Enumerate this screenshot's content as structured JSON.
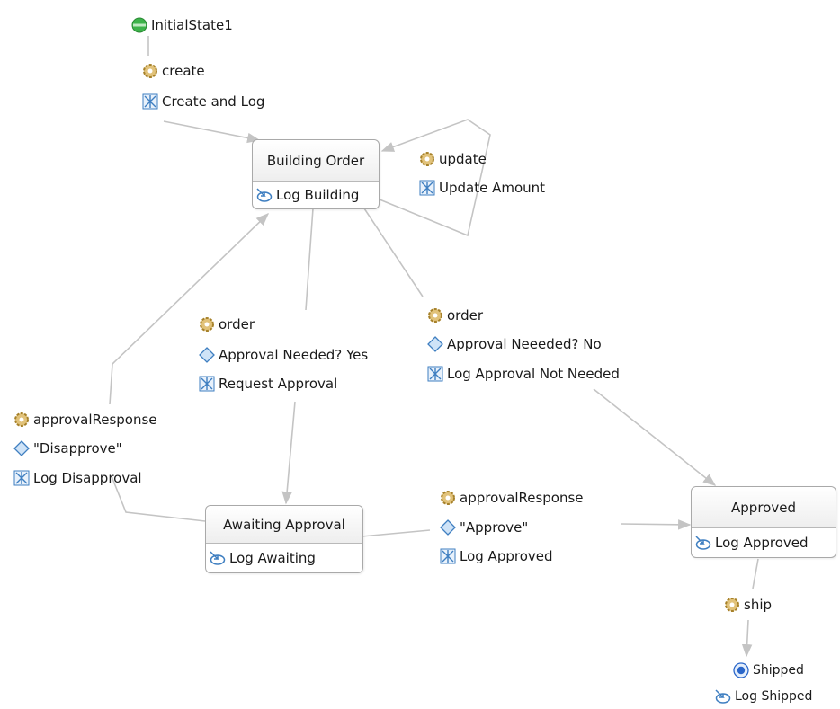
{
  "initial_state": {
    "label": "InitialState1"
  },
  "transitions": {
    "create": {
      "event": "create",
      "action": "Create and Log"
    },
    "update": {
      "event": "update",
      "action": "Update Amount"
    },
    "order_yes": {
      "event": "order",
      "condition": "Approval Needed? Yes",
      "action": "Request Approval"
    },
    "order_no": {
      "event": "order",
      "condition": "Approval Neeeded? No",
      "action": "Log Approval Not Needed"
    },
    "disapprove": {
      "event": "approvalResponse",
      "condition": "\"Disapprove\"",
      "action": "Log Disapproval"
    },
    "approve": {
      "event": "approvalResponse",
      "condition": "\"Approve\"",
      "action": "Log Approved"
    },
    "ship": {
      "event": "ship"
    }
  },
  "states": {
    "building_order": {
      "title": "Building Order",
      "entry": "Log Building"
    },
    "awaiting_approval": {
      "title": "Awaiting Approval",
      "entry": "Log Awaiting"
    },
    "approved": {
      "title": "Approved",
      "entry": "Log Approved"
    }
  },
  "final_state": {
    "label": "Shipped",
    "entry": "Log Shipped"
  },
  "colors": {
    "edge": "#c4c4c4",
    "event_icon": "#c8a24a",
    "action_icon": "#3f7fc1",
    "initial_state": "#3db34a",
    "final_state": "#2a66c9"
  }
}
